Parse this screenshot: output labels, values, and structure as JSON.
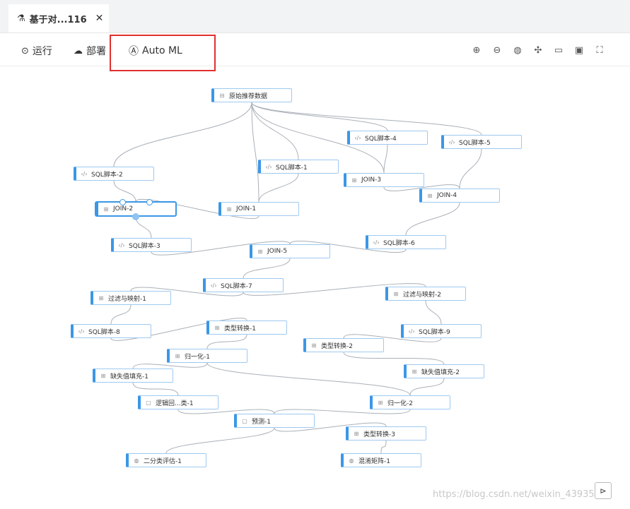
{
  "tab": {
    "title": "基于对...116",
    "close": "✕"
  },
  "toolbar": {
    "run": {
      "label": "运行",
      "icon": "play-circle-icon"
    },
    "deploy": {
      "label": "部署",
      "icon": "cloud-upload-icon"
    },
    "automl": {
      "label": "Auto ML",
      "icon": "automl-icon"
    },
    "icons": [
      "zoom-in-icon",
      "zoom-out-icon",
      "globe-icon",
      "fit-center-icon",
      "layout-icon",
      "save-icon",
      "fullscreen-icon"
    ]
  },
  "nodes": [
    {
      "id": "n0",
      "label": "原始推荐数据",
      "icon": "database-icon"
    },
    {
      "id": "n1",
      "label": "SQL脚本-4",
      "icon": "code-icon"
    },
    {
      "id": "n2",
      "label": "SQL脚本-5",
      "icon": "code-icon"
    },
    {
      "id": "n3",
      "label": "SQL脚本-2",
      "icon": "code-icon"
    },
    {
      "id": "n4",
      "label": "SQL脚本-1",
      "icon": "code-icon"
    },
    {
      "id": "n5",
      "label": "JOIN-3",
      "icon": "join-icon"
    },
    {
      "id": "n6",
      "label": "JOIN-4",
      "icon": "join-icon"
    },
    {
      "id": "n7",
      "label": "JOIN-2",
      "icon": "join-icon"
    },
    {
      "id": "n8",
      "label": "JOIN-1",
      "icon": "join-icon"
    },
    {
      "id": "n9",
      "label": "SQL脚本-6",
      "icon": "code-icon"
    },
    {
      "id": "n10",
      "label": "SQL脚本-3",
      "icon": "code-icon"
    },
    {
      "id": "n11",
      "label": "JOIN-5",
      "icon": "join-icon"
    },
    {
      "id": "n12",
      "label": "SQL脚本-7",
      "icon": "code-icon"
    },
    {
      "id": "n13",
      "label": "过滤与映射-1",
      "icon": "filter-icon"
    },
    {
      "id": "n14",
      "label": "过滤与映射-2",
      "icon": "filter-icon"
    },
    {
      "id": "n15",
      "label": "SQL脚本-8",
      "icon": "code-icon"
    },
    {
      "id": "n16",
      "label": "类型转换-1",
      "icon": "transform-icon"
    },
    {
      "id": "n17",
      "label": "SQL脚本-9",
      "icon": "code-icon"
    },
    {
      "id": "n18",
      "label": "类型转换-2",
      "icon": "transform-icon"
    },
    {
      "id": "n19",
      "label": "归一化-1",
      "icon": "transform-icon"
    },
    {
      "id": "n20",
      "label": "缺失值填充-1",
      "icon": "transform-icon"
    },
    {
      "id": "n21",
      "label": "缺失值填充-2",
      "icon": "transform-icon"
    },
    {
      "id": "n22",
      "label": "逻辑回...类-1",
      "icon": "model-icon"
    },
    {
      "id": "n23",
      "label": "归一化-2",
      "icon": "transform-icon"
    },
    {
      "id": "n24",
      "label": "预测-1",
      "icon": "predict-icon"
    },
    {
      "id": "n25",
      "label": "类型转换-3",
      "icon": "transform-icon"
    },
    {
      "id": "n26",
      "label": "二分类评估-1",
      "icon": "evaluate-icon"
    },
    {
      "id": "n27",
      "label": "混淆矩阵-1",
      "icon": "evaluate-icon"
    }
  ],
  "edges": [
    [
      "n0",
      "n3"
    ],
    [
      "n0",
      "n8"
    ],
    [
      "n0",
      "n4"
    ],
    [
      "n0",
      "n5"
    ],
    [
      "n0",
      "n1"
    ],
    [
      "n0",
      "n2"
    ],
    [
      "n1",
      "n5"
    ],
    [
      "n2",
      "n6"
    ],
    [
      "n4",
      "n8"
    ],
    [
      "n5",
      "n6"
    ],
    [
      "n3",
      "n7"
    ],
    [
      "n8",
      "n7"
    ],
    [
      "n7",
      "n10"
    ],
    [
      "n6",
      "n9"
    ],
    [
      "n10",
      "n11"
    ],
    [
      "n9",
      "n11"
    ],
    [
      "n11",
      "n12"
    ],
    [
      "n12",
      "n13"
    ],
    [
      "n12",
      "n14"
    ],
    [
      "n13",
      "n15"
    ],
    [
      "n14",
      "n17"
    ],
    [
      "n15",
      "n16"
    ],
    [
      "n16",
      "n19"
    ],
    [
      "n17",
      "n18"
    ],
    [
      "n18",
      "n21"
    ],
    [
      "n19",
      "n20"
    ],
    [
      "n19",
      "n23"
    ],
    [
      "n21",
      "n23"
    ],
    [
      "n20",
      "n22"
    ],
    [
      "n22",
      "n24"
    ],
    [
      "n23",
      "n24"
    ],
    [
      "n24",
      "n25"
    ],
    [
      "n24",
      "n26"
    ],
    [
      "n25",
      "n27"
    ]
  ],
  "selected_node": "n7",
  "watermark": "https://blog.csdn.net/weixin_43935890",
  "colors": {
    "accent": "#3b97e6",
    "highlight_box": "#e0312e",
    "edge": "#a9b0b8"
  }
}
